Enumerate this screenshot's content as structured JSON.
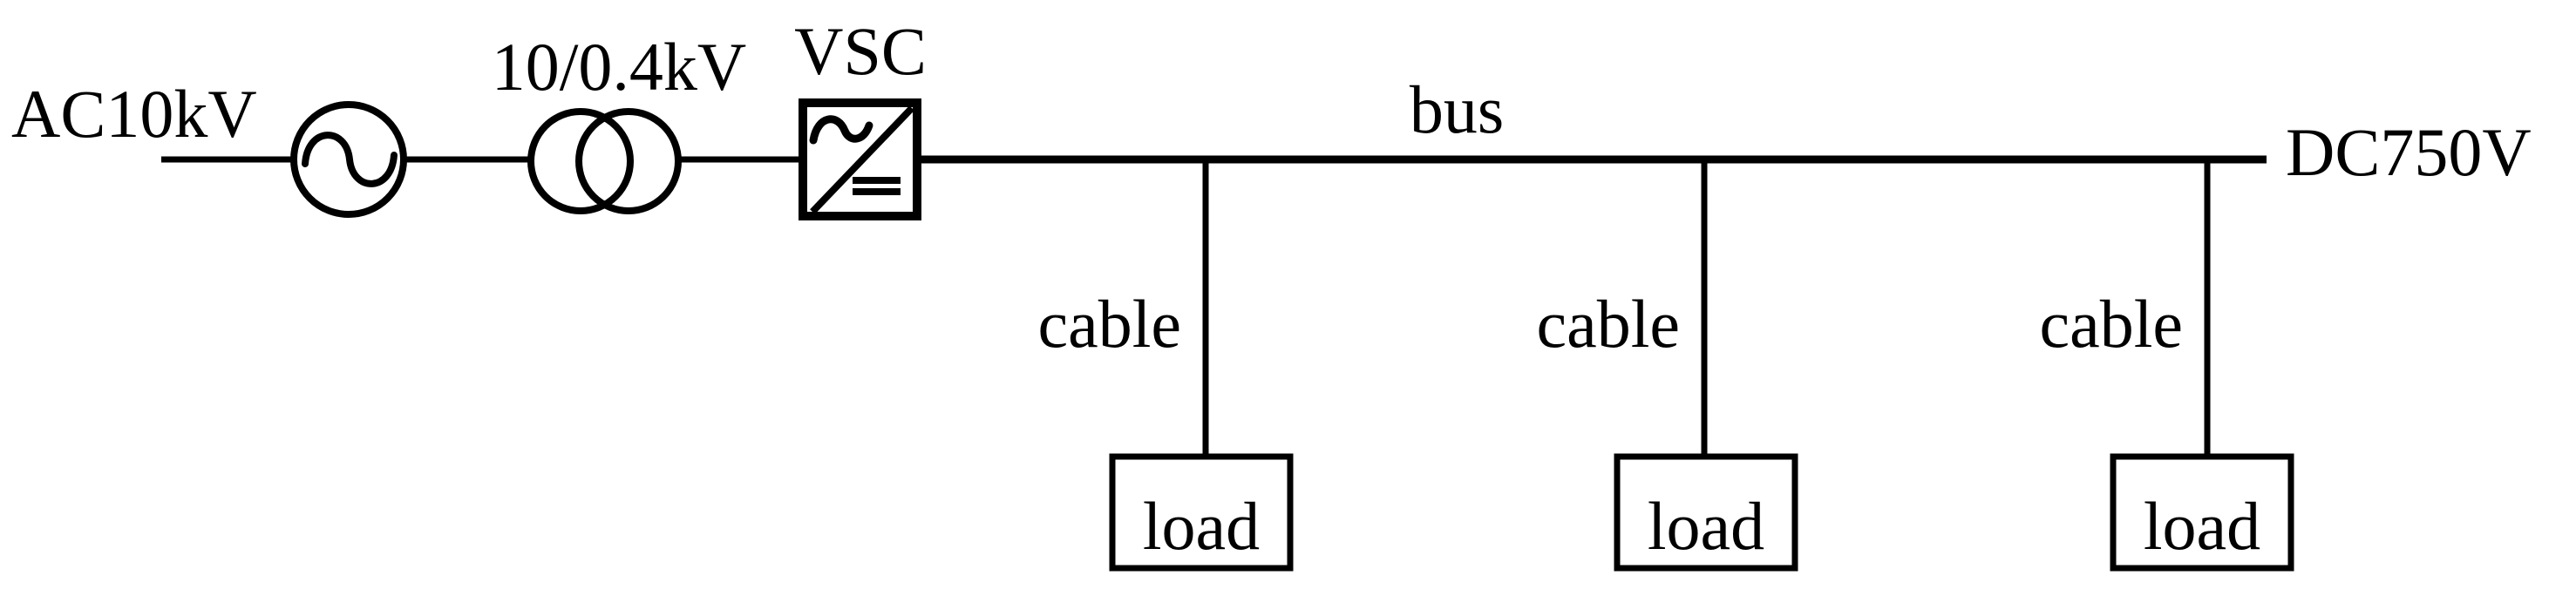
{
  "diagram": {
    "colors": {
      "line": "#000000",
      "background": "#ffffff"
    },
    "ac_source_label": "AC10kV",
    "transformer_label": "10/0.4kV",
    "converter_label": "VSC",
    "bus_label": "bus",
    "dc_voltage_label": "DC750V",
    "feeders": [
      {
        "cable_label": "cable",
        "load_label": "load"
      },
      {
        "cable_label": "cable",
        "load_label": "load"
      },
      {
        "cable_label": "cable",
        "load_label": "load"
      }
    ]
  }
}
